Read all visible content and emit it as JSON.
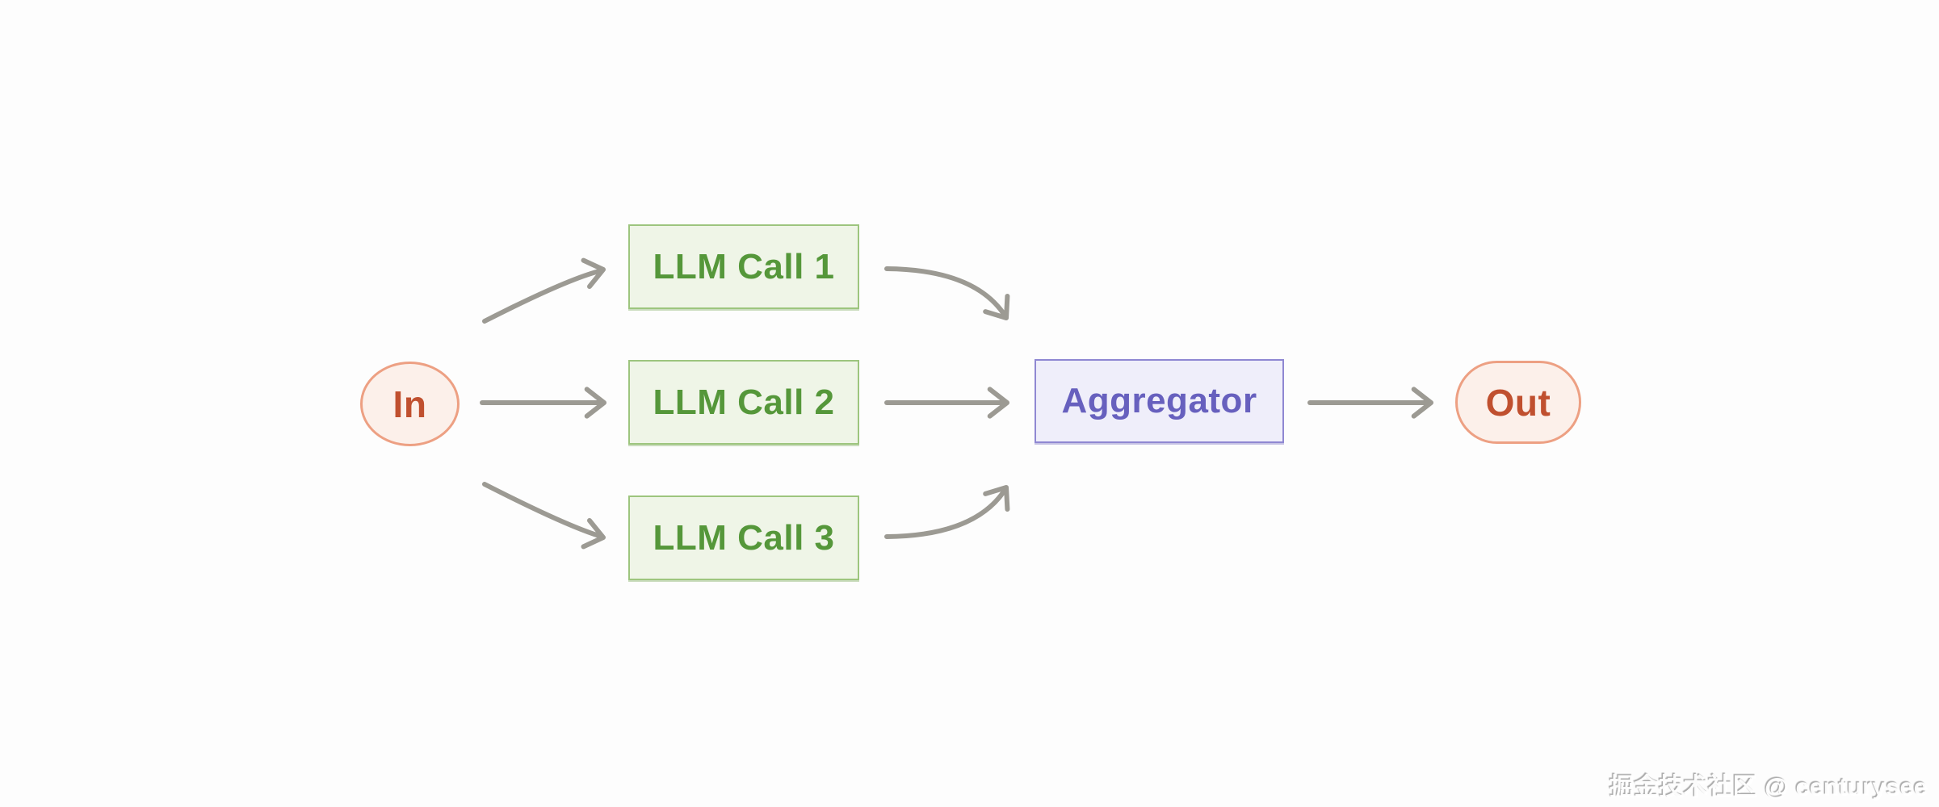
{
  "nodes": {
    "input": {
      "label": "In",
      "shape": "ellipse",
      "text_color": "#c0502f",
      "border_color": "#eda083",
      "fill_color": "#fcf0ea"
    },
    "llm_calls": [
      {
        "label": "LLM Call 1"
      },
      {
        "label": "LLM Call 2"
      },
      {
        "label": "LLM Call 3"
      }
    ],
    "llm_call_style": {
      "text_color": "#55973a",
      "border_color": "#9dc57e",
      "fill_color": "#eff5e7"
    },
    "aggregator": {
      "label": "Aggregator",
      "text_color": "#6760be",
      "border_color": "#8f88d2",
      "fill_color": "#efeefa"
    },
    "output": {
      "label": "Out",
      "shape": "pill",
      "text_color": "#c0502f",
      "border_color": "#eda083",
      "fill_color": "#fcf0ea"
    }
  },
  "edges": [
    {
      "from": "In",
      "to": "LLM Call 1",
      "style": "curved"
    },
    {
      "from": "In",
      "to": "LLM Call 2",
      "style": "straight"
    },
    {
      "from": "In",
      "to": "LLM Call 3",
      "style": "curved"
    },
    {
      "from": "LLM Call 1",
      "to": "Aggregator",
      "style": "curved"
    },
    {
      "from": "LLM Call 2",
      "to": "Aggregator",
      "style": "straight"
    },
    {
      "from": "LLM Call 3",
      "to": "Aggregator",
      "style": "curved"
    },
    {
      "from": "Aggregator",
      "to": "Out",
      "style": "straight"
    }
  ],
  "edge_style": {
    "arrow_color": "#9c9a93",
    "arrowhead": "open-chevron"
  },
  "background_color": "#fdfdfd",
  "watermark": {
    "text": "掘金技术社区 @ centurysee"
  }
}
